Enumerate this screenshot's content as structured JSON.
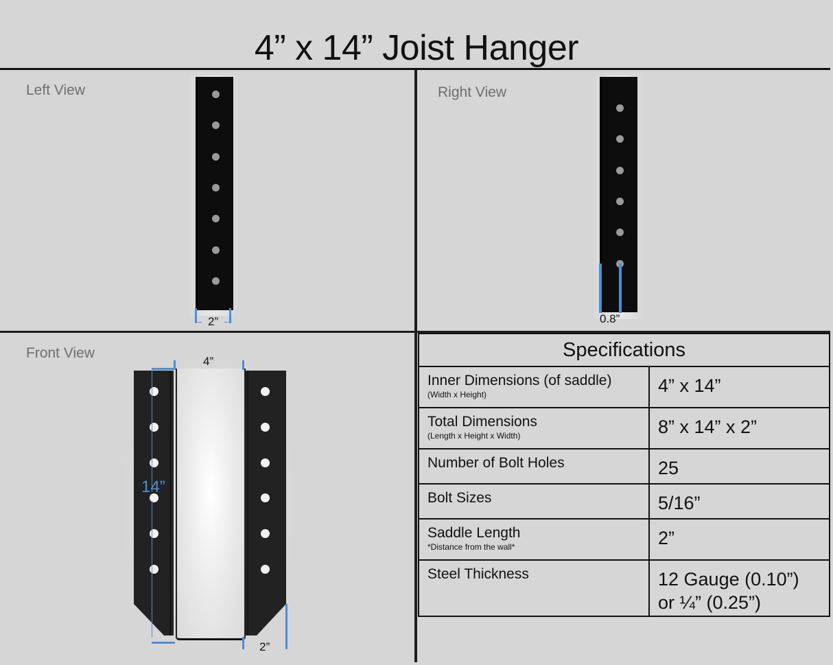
{
  "title": "4” x 14” Joist Hanger",
  "views": {
    "left": {
      "label": "Left View",
      "dimension": "2”",
      "hole_count": 7
    },
    "right": {
      "label": "Right View",
      "dimension": "0.8”",
      "hole_count": 6
    },
    "front": {
      "label": "Front View",
      "width_dimension": "4”",
      "height_dimension": "14”",
      "saddle_dimension": "2”",
      "holes_per_flange": 6
    }
  },
  "specifications": {
    "heading": "Specifications",
    "rows": [
      {
        "label": "Inner Dimensions (of saddle)",
        "sublabel": "(Width x Height)",
        "value": "4” x 14”"
      },
      {
        "label": "Total Dimensions",
        "sublabel": "(Length x Height x Width)",
        "value": "8” x 14” x 2”"
      },
      {
        "label": "Number of Bolt Holes",
        "sublabel": "",
        "value": "25"
      },
      {
        "label": "Bolt Sizes",
        "sublabel": "",
        "value": "5/16”"
      },
      {
        "label": "Saddle Length",
        "sublabel": "*Distance from the wall*",
        "value": "2”"
      },
      {
        "label": "Steel Thickness",
        "sublabel": "",
        "value": "12 Gauge (0.10”)",
        "value_line2": "or ¼” (0.25”)"
      }
    ]
  },
  "colors": {
    "background": "#d6d6d6",
    "steel": "#0d0d0d",
    "dimension_blue": "#4a8fd6",
    "label_grey": "#6e6e6e"
  }
}
